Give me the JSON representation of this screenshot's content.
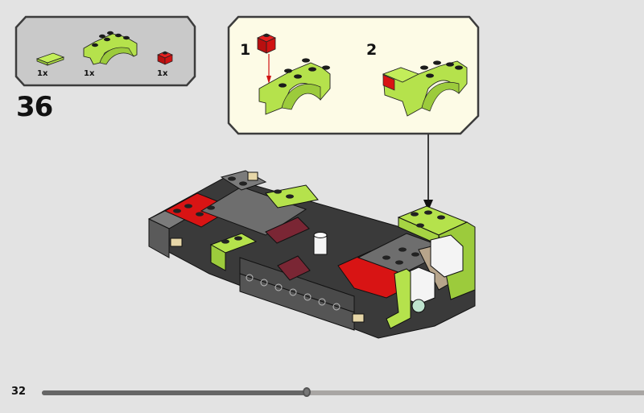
{
  "page": {
    "step_number": "36",
    "page_number": "32",
    "progress": 0.44
  },
  "parts_list": {
    "items": [
      {
        "name": "lime-tile-1x2",
        "color": "#b5e24c",
        "quantity": "1x"
      },
      {
        "name": "lime-mudguard-arch",
        "color": "#b5e24c",
        "quantity": "1x"
      },
      {
        "name": "red-plate-1x1",
        "color": "#d81414",
        "quantity": "1x"
      }
    ]
  },
  "callout": {
    "substeps": [
      {
        "label": "1"
      },
      {
        "label": "2"
      }
    ]
  },
  "colors": {
    "background": "#e3e3e3",
    "parts_panel": "#c9c9c9",
    "callout_panel": "#fdfbe6",
    "lime": "#b5e24c",
    "red": "#d81414",
    "dark_gray": "#4a4a4a",
    "mid_gray": "#7b7b7b"
  }
}
